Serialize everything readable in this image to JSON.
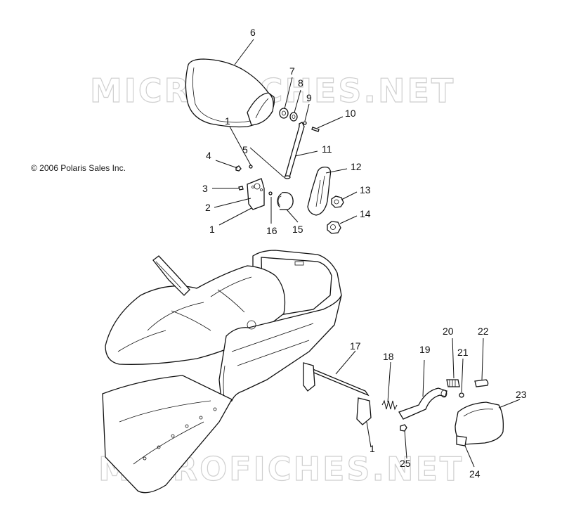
{
  "copyright": "© 2006 Polaris Sales Inc.",
  "watermark": {
    "top": "MICROFICHES.NET",
    "bottom": "MICROFICHES.NET"
  },
  "callouts": [
    {
      "id": "c6",
      "text": "6"
    },
    {
      "id": "c7",
      "text": "7"
    },
    {
      "id": "c8",
      "text": "8"
    },
    {
      "id": "c9",
      "text": "9"
    },
    {
      "id": "c10",
      "text": "10"
    },
    {
      "id": "c11",
      "text": "11"
    },
    {
      "id": "c12",
      "text": "12"
    },
    {
      "id": "c13",
      "text": "13"
    },
    {
      "id": "c14",
      "text": "14"
    },
    {
      "id": "c1a",
      "text": "1"
    },
    {
      "id": "c4",
      "text": "4"
    },
    {
      "id": "c5",
      "text": "5"
    },
    {
      "id": "c3",
      "text": "3"
    },
    {
      "id": "c2",
      "text": "2"
    },
    {
      "id": "c1b",
      "text": "1"
    },
    {
      "id": "c16",
      "text": "16"
    },
    {
      "id": "c15",
      "text": "15"
    },
    {
      "id": "c20",
      "text": "20"
    },
    {
      "id": "c21",
      "text": "21"
    },
    {
      "id": "c22",
      "text": "22"
    },
    {
      "id": "c17",
      "text": "17"
    },
    {
      "id": "c18",
      "text": "18"
    },
    {
      "id": "c19",
      "text": "19"
    },
    {
      "id": "c23",
      "text": "23"
    },
    {
      "id": "c1c",
      "text": "1"
    },
    {
      "id": "c25",
      "text": "25"
    },
    {
      "id": "c24",
      "text": "24"
    }
  ]
}
